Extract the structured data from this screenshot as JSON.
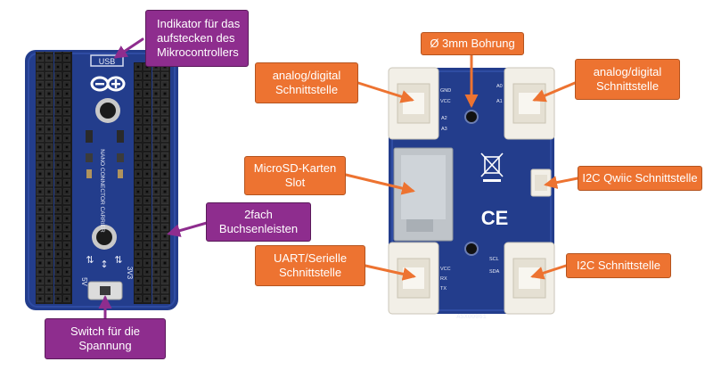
{
  "colors": {
    "callout_purple": "#8e2d8e",
    "callout_orange": "#ed7331",
    "pcb_blue": "#233d8c",
    "header_black": "#1c1c1c",
    "connector_white": "#f2efe7"
  },
  "left_board": {
    "silk_usb": "USB",
    "silk_5v": "5V",
    "silk_3v3": "3V3",
    "silk_name": "NANO CONNECTOR CARRIER"
  },
  "right_board": {
    "silk_serial": "ASX00061",
    "silk_a0": "A0",
    "silk_a1": "A1",
    "silk_a2": "A2",
    "silk_a3": "A3",
    "silk_vcc": "VCC",
    "silk_gnd": "GND",
    "silk_rx": "RX",
    "silk_tx": "TX",
    "silk_scl": "SCL",
    "silk_sda": "SDA"
  },
  "callouts": {
    "indicator": "Indikator für das\naufstecken des\nMikrocontrollers",
    "female_headers": "2fach\nBuchsenleisten",
    "switch": "Switch für die\nSpannung",
    "hole": "Ø 3mm Bohrung",
    "analog_left": "analog/digital\nSchnittstelle",
    "analog_right": "analog/digital\nSchnittstelle",
    "microsd": "MicroSD-Karten\nSlot",
    "qwiic": "I2C Qwiic Schnittstelle",
    "uart": "UART/Serielle\nSchnittstelle",
    "i2c": "I2C Schnittstelle"
  }
}
